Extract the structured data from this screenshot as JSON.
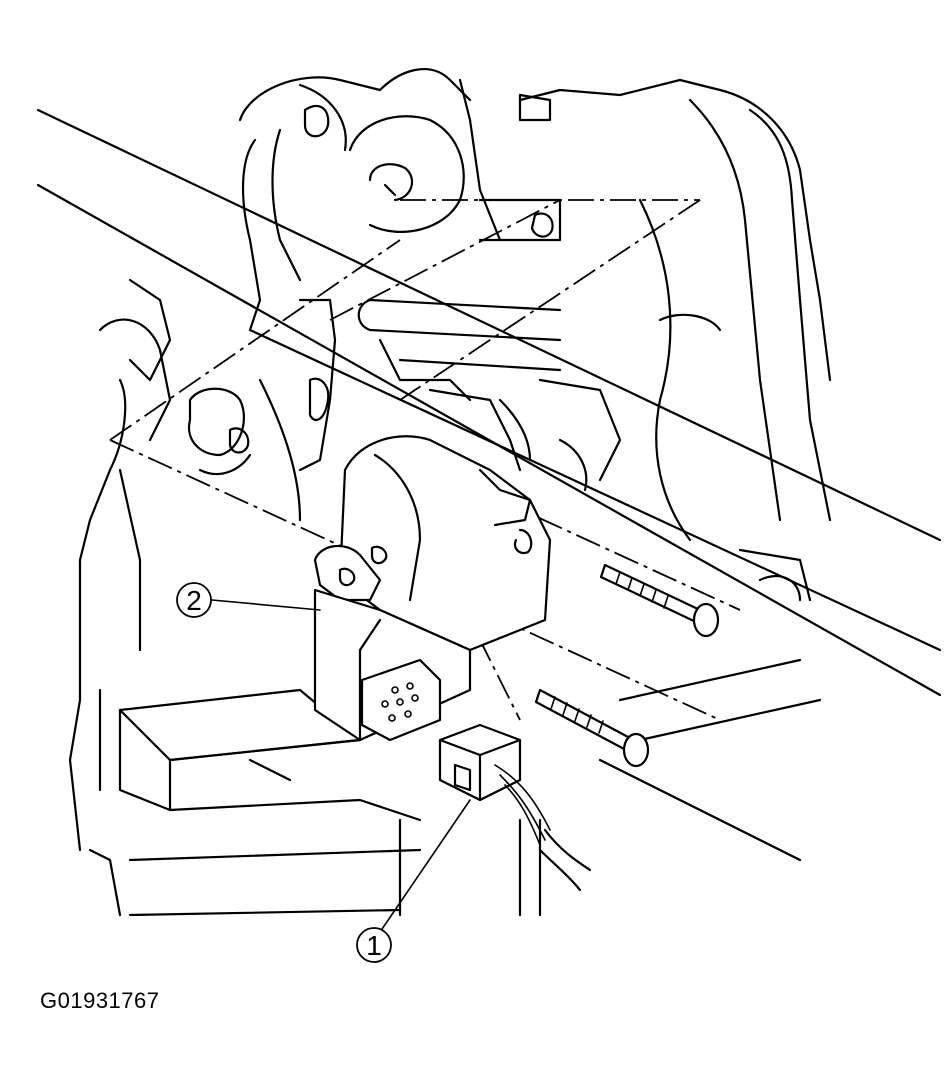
{
  "callouts": [
    {
      "id": "callout-1",
      "label": "1",
      "part": "electrical-connector"
    },
    {
      "id": "callout-2",
      "label": "2",
      "part": "actuator-motor"
    }
  ],
  "figure_code": "G01931767"
}
